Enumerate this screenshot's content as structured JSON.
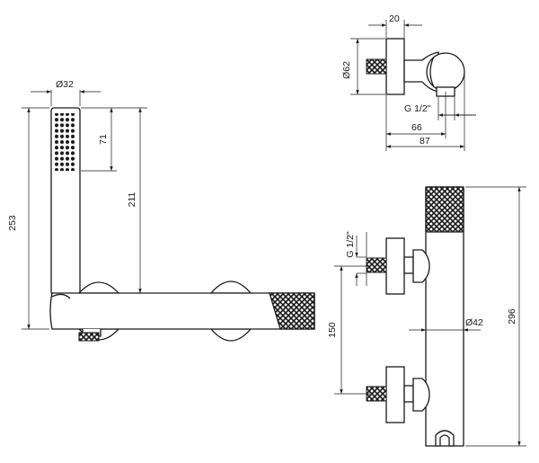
{
  "dimensions": {
    "hand_shower_diameter": "Ø32",
    "hand_shower_head_length": "71",
    "holder_height": "211",
    "total_height": "253",
    "wall_disc_diameter": "Ø62",
    "connection_thread_top": "G 1/2\"",
    "disc_depth": "20",
    "offset_66": "66",
    "offset_87": "87",
    "connection_thread_side": "G 1/2\"",
    "spacing": "150",
    "body_diameter": "Ø42",
    "body_height": "296"
  },
  "colors": {
    "line": "#1a1a1a",
    "background": "#ffffff"
  }
}
